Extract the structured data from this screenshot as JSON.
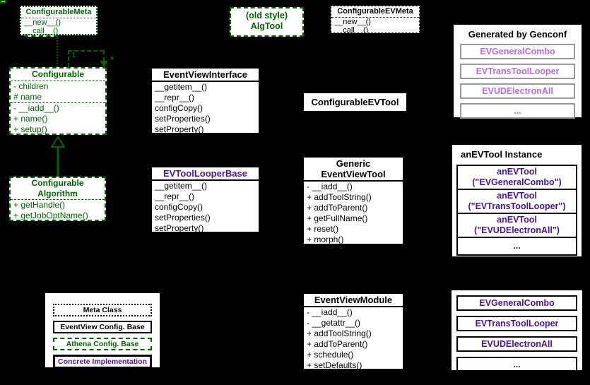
{
  "colors": {
    "background": "#000000",
    "athena_green": "#006400",
    "concrete_purple": "#4a12a3",
    "generated_purple": "#b26ce6",
    "genconf_border_gray": "#999999"
  },
  "classes": {
    "configurable_meta": {
      "title": "ConfigurableMeta",
      "methods": [
        "__new__()",
        "__call__()"
      ]
    },
    "configurable": {
      "title": "Configurable",
      "attributes": [
        "- children",
        "# name"
      ],
      "methods": [
        "- __iadd__()",
        "+ name()",
        "+ setup()"
      ]
    },
    "configurable_algorithm": {
      "title_line1": "Configurable",
      "title_line2": "Algorithm",
      "methods": [
        "+ getHandle()",
        "+ getJobOptName()"
      ]
    },
    "old_style_algtool": {
      "line1": "(old style)",
      "line2": "AlgTool"
    },
    "configurable_ev_meta": {
      "title": "ConfigurableEVMeta",
      "methods": [
        "__new__()",
        "__call__()"
      ]
    },
    "event_view_interface": {
      "title": "EventViewInterface",
      "methods": [
        "__getitem__()",
        "__repr__()",
        "configCopy()",
        "setProperties()",
        "setProperty()"
      ]
    },
    "ev_tool_looper_base": {
      "title": "EVToolLooperBase",
      "methods": [
        "__getitem__()",
        "__repr__()",
        "configCopy()",
        "setProperties()",
        "setProperty()"
      ]
    },
    "configurable_ev_tool": {
      "title": "ConfigurableEVTool"
    },
    "generic_event_view_tool": {
      "title_line1": "Generic",
      "title_line2": "EventViewTool",
      "methods": [
        "- __iadd__()",
        "+ addToolString()",
        "+ addToParent()",
        "+ getFullName()",
        "+ reset()",
        "+ morph()"
      ]
    },
    "event_view_module": {
      "title": "EventViewModule",
      "methods": [
        "- __iadd__()",
        "- __getattr__()",
        "+ addToolString()",
        "+ addToParent()",
        "+ schedule()",
        "+ setDefaults()"
      ]
    }
  },
  "associations": {
    "multiplicity_one": "1",
    "multiplicity_many": "*"
  },
  "genconf_panel": {
    "title": "Generated by Genconf",
    "items": [
      "EVGeneralCombo",
      "EVTransToolLooper",
      "EVUDElectronAll",
      "..."
    ]
  },
  "instance_panel": {
    "title": "anEVTool Instance",
    "items": [
      {
        "line1": "anEVTool",
        "line2": "(\"EVGeneralCombo\")"
      },
      {
        "line1": "anEVTool",
        "line2": "(\"EVTransToolLooper\")"
      },
      {
        "line1": "anEVTool",
        "line2": "(\"EVUDElectronAll\")"
      },
      {
        "line1": "...",
        "line2": ""
      }
    ]
  },
  "concrete_panel": {
    "items": [
      "EVGeneralCombo",
      "EVTransToolLooper",
      "EVUDElectronAll",
      "..."
    ]
  },
  "legend": {
    "items": [
      {
        "label": "Meta Class"
      },
      {
        "label": "EventView Config. Base"
      },
      {
        "label": "Athena Config. Base"
      },
      {
        "label": "Concrete Implementation"
      }
    ]
  }
}
